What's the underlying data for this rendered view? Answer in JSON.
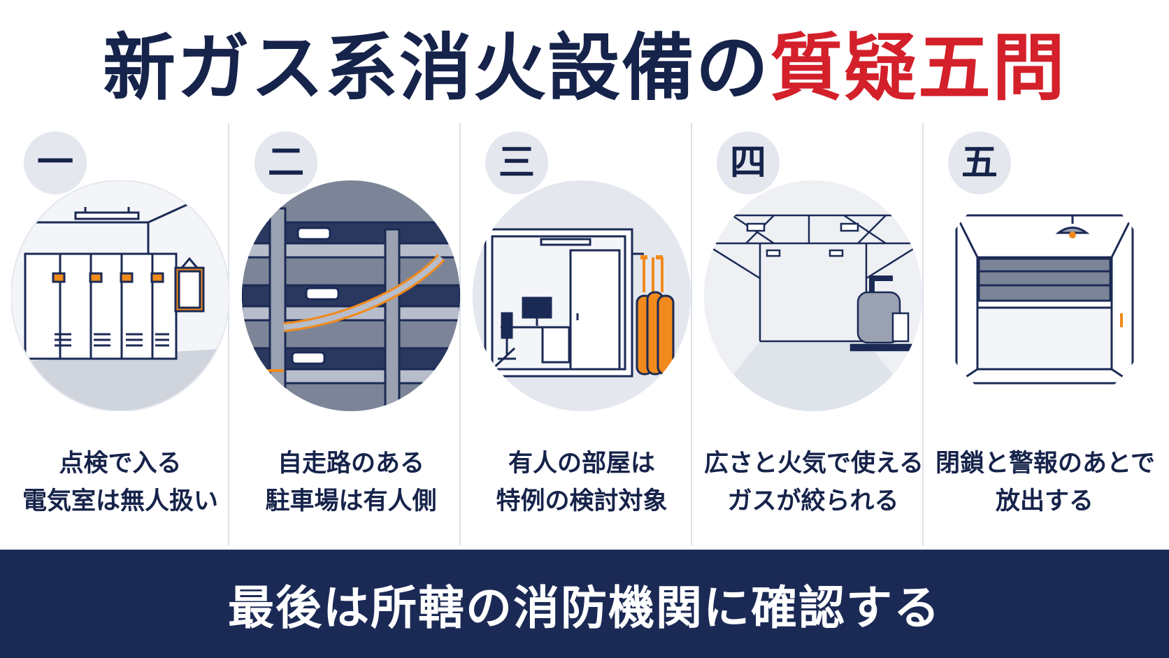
{
  "title": {
    "main": "新ガス系消火設備の",
    "accent": "質疑五問"
  },
  "colors": {
    "navy": "#1b2a55",
    "accent_red": "#d3202a",
    "orange": "#f08a1c",
    "badge_gray": "#e4e7ed"
  },
  "panels": [
    {
      "number": "一",
      "caption_lines": [
        "点検で入る",
        "電気室は無人扱い"
      ],
      "scene": "electrical-room-icon"
    },
    {
      "number": "二",
      "caption_lines": [
        "自走路のある",
        "駐車場は有人側"
      ],
      "scene": "parking-garage-icon"
    },
    {
      "number": "三",
      "caption_lines": [
        "有人の部屋は",
        "特例の検討対象"
      ],
      "scene": "occupied-room-icon"
    },
    {
      "number": "四",
      "caption_lines": [
        "広さと火気で使える",
        "ガスが絞られる"
      ],
      "scene": "warehouse-icon"
    },
    {
      "number": "五",
      "caption_lines": [
        "閉鎖と警報のあとで",
        "放出する"
      ],
      "scene": "shutter-alarm-icon"
    }
  ],
  "footer": {
    "text": "最後は所轄の消防機関に確認する"
  }
}
